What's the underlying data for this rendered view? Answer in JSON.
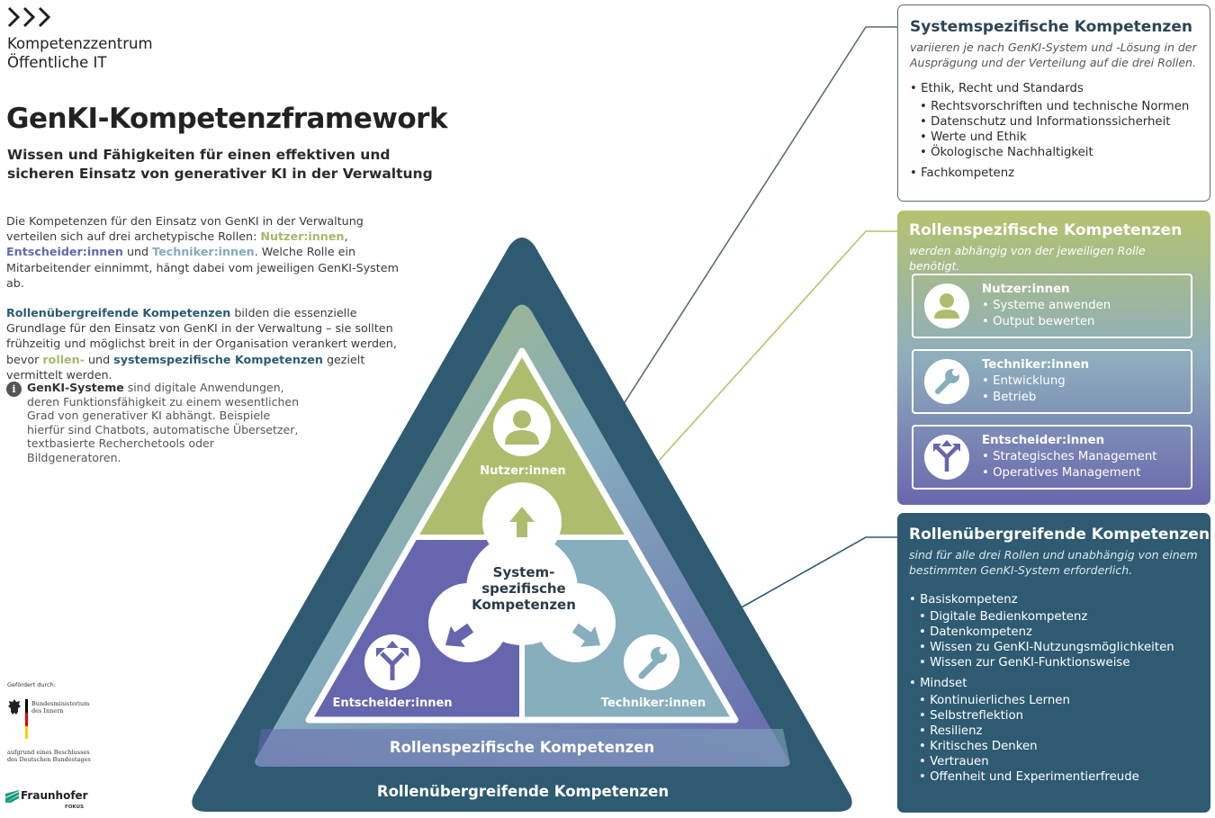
{
  "org": {
    "line1": "Kompetenzzentrum",
    "line2": "Öffentliche IT"
  },
  "title": "GenKI-Kompetenzframework",
  "subtitle": "Wissen und Fähigkeiten für einen effektiven und sicheren Einsatz von generativer KI in der Verwaltung",
  "intro": {
    "p1_a": "Die Kompetenzen für den Einsatz von GenKI in der Verwaltung verteilen sich auf drei archetypische Rollen: ",
    "p1_nutzer": "Nutzer:innen",
    "p1_sep": ", ",
    "p1_entscheider": "Entscheider:innen",
    "p1_und": " und ",
    "p1_techniker": "Techniker:innen",
    "p1_b": ". Welche Rolle ein Mitarbeitender einnimmt, hängt dabei vom jeweiligen GenKI-System ab.",
    "p2_cross": "Rollenübergreifende Kompetenzen",
    "p2_a": " bilden die essenzielle Grundlage für den Einsatz von GenKI in der Verwaltung – sie sollten frühzeitig und möglichst breit in der Organisation verankert werden, bevor ",
    "p2_rollen": "rollen-",
    "p2_und": " und ",
    "p2_system": "systemspezifische Kompetenzen",
    "p2_b": " gezielt vermittelt werden."
  },
  "info": {
    "icon": "i",
    "bold": "GenKI-Systeme",
    "text": " sind digitale Anwendungen, deren Funktionsfähigkeit zu einem wesentlichen Grad von generativer KI abhängt. Beispiele hierfür sind Chatbots, automatische Übersetzer, textbasierte Recherchetools oder Bildgeneratoren."
  },
  "funding": {
    "label": "Gefördert durch:",
    "ministry1": "Bundesministerium",
    "ministry2": "des Innern",
    "decision1": "aufgrund eines Beschlusses",
    "decision2": "des Deutschen Bundestages",
    "fraunhofer": "Fraunhofer",
    "fokus": "FOKUS"
  },
  "triangle": {
    "outer_label": "Rollenübergreifende Kompetenzen",
    "middle_label": "Rollenspezifische Kompetenzen",
    "center_line1": "System-",
    "center_line2": "spezifische",
    "center_line3": "Kompetenzen",
    "role_top": "Nutzer:innen",
    "role_left": "Entscheider:innen",
    "role_right": "Techniker:innen",
    "colors": {
      "navy": "#2e5a72",
      "green": "#aebd6d",
      "purple": "#6566ad",
      "teal": "#86aebd"
    }
  },
  "system_box": {
    "title": "Systemspezifische Kompetenzen",
    "desc": "variieren je nach GenKI-System und -Lösung in der Ausprägung und der Verteilung auf die drei Rollen.",
    "item1": "Ethik, Recht und Standards",
    "item1_sub": [
      "Rechtsvorschriften und technische Normen",
      "Datenschutz und Informationssicherheit",
      "Werte und Ethik",
      "Ökologische Nachhaltigkeit"
    ],
    "item2": "Fachkompetenz"
  },
  "role_box": {
    "title": "Rollenspezifische Kompetenzen",
    "desc": "werden abhängig von der jeweiligen Rolle benötigt.",
    "roles": [
      {
        "name": "Nutzer:innen",
        "items": [
          "Systeme anwenden",
          "Output bewerten"
        ],
        "icon": "user-icon"
      },
      {
        "name": "Techniker:innen",
        "items": [
          "Entwicklung",
          "Betrieb"
        ],
        "icon": "wrench-icon"
      },
      {
        "name": "Entscheider:innen",
        "items": [
          "Strategisches Management",
          "Operatives Management"
        ],
        "icon": "split-arrows-icon"
      }
    ]
  },
  "cross_box": {
    "title": "Rollenübergreifende Kompetenzen",
    "desc": "sind für alle drei Rollen und unabhängig von einem bestimmten GenKI-System erforderlich.",
    "item1": "Basiskompetenz",
    "item1_sub": [
      "Digitale Bedienkompetenz",
      "Datenkompetenz",
      "Wissen zu GenKI-Nutzungsmöglichkeiten",
      "Wissen zur GenKI-Funktionsweise"
    ],
    "item2": "Mindset",
    "item2_sub": [
      "Kontinuierliches Lernen",
      "Selbstreflektion",
      "Resilienz",
      "Kritisches Denken",
      "Vertrauen",
      "Offenheit und Experimentierfreude"
    ]
  }
}
